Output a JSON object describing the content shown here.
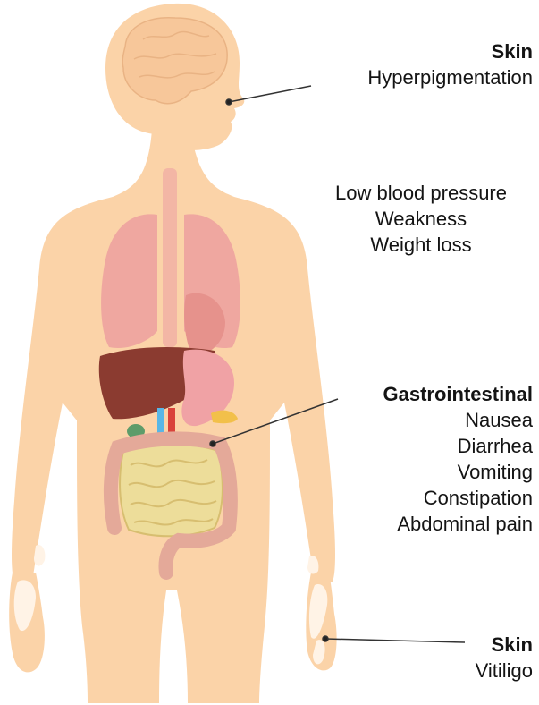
{
  "colors": {
    "skin": "#FBD3A8",
    "skin_shadow": "#F4C08F",
    "vitiligo": "#FFF3E6",
    "lung": "#EFA7A0",
    "liver": "#8B3B30",
    "stomach": "#F0A2A5",
    "intestine": "#EDDD9A",
    "colon": "#E4A999",
    "pointer": "#333333",
    "text": "#141414"
  },
  "labels": {
    "skin_top": {
      "title": "Skin",
      "items": [
        "Hyperpigmentation"
      ]
    },
    "general": {
      "items": [
        "Low blood pressure",
        "Weakness",
        "Weight loss"
      ]
    },
    "gi": {
      "title": "Gastrointestinal",
      "items": [
        "Nausea",
        "Diarrhea",
        "Vomiting",
        "Constipation",
        "Abdominal pain"
      ]
    },
    "skin_bottom": {
      "title": "Skin",
      "items": [
        "Vitiligo"
      ]
    }
  }
}
